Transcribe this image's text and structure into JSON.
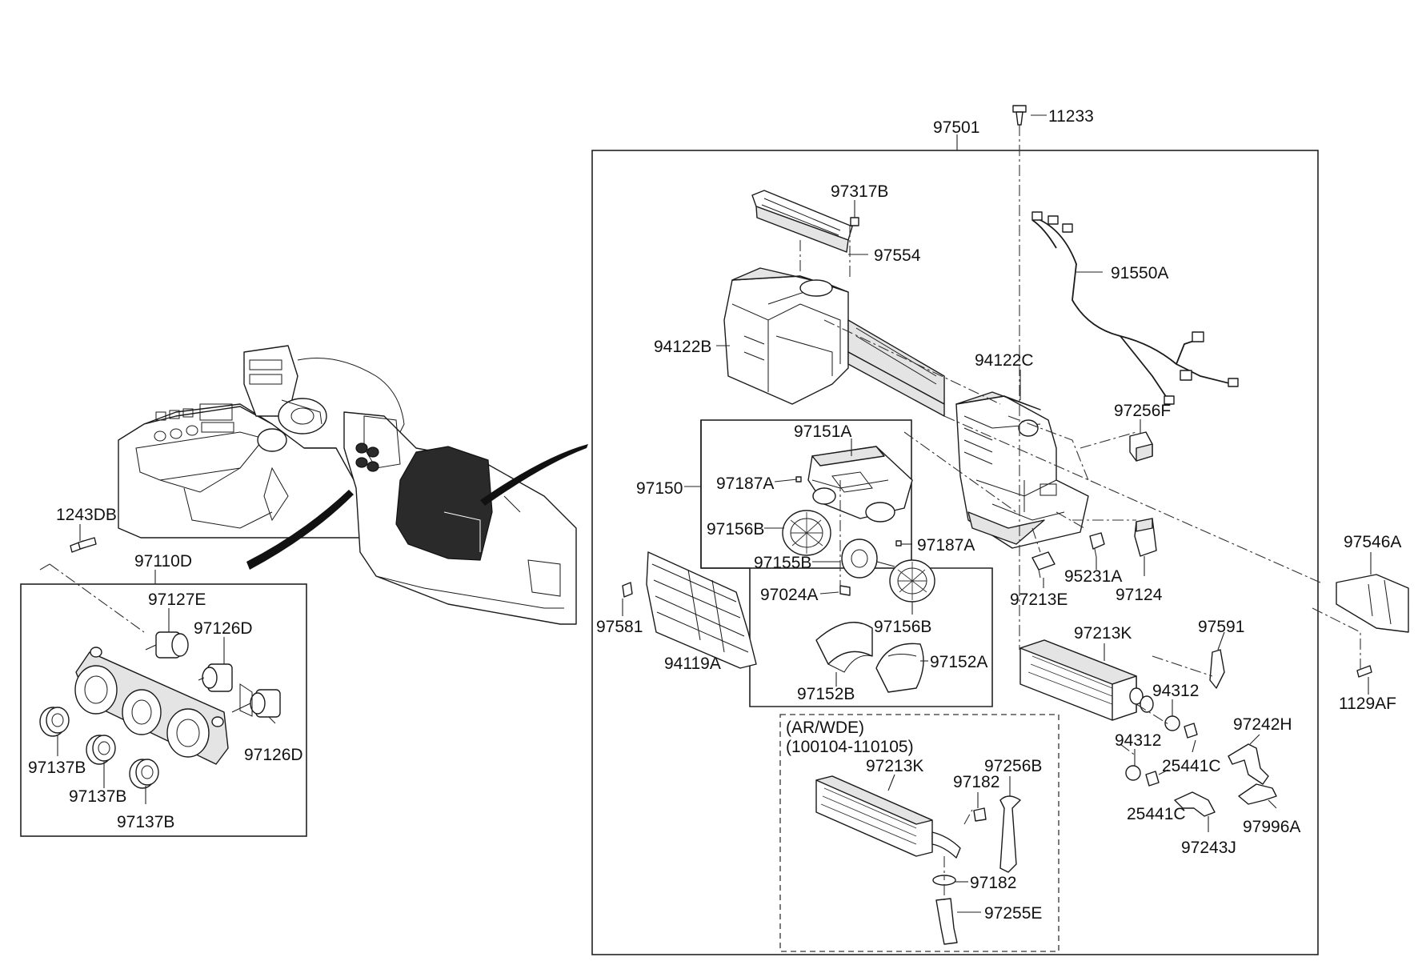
{
  "diagram": {
    "callouts": [
      {
        "id": "11233",
        "label": "11233"
      },
      {
        "id": "97501",
        "label": "97501"
      },
      {
        "id": "97317B",
        "label": "97317B"
      },
      {
        "id": "97554",
        "label": "97554"
      },
      {
        "id": "91550A",
        "label": "91550A"
      },
      {
        "id": "94122B",
        "label": "94122B"
      },
      {
        "id": "94122C",
        "label": "94122C"
      },
      {
        "id": "97256F",
        "label": "97256F"
      },
      {
        "id": "97151A",
        "label": "97151A"
      },
      {
        "id": "97150",
        "label": "97150"
      },
      {
        "id": "97187A_1",
        "label": "97187A"
      },
      {
        "id": "97156B_1",
        "label": "97156B"
      },
      {
        "id": "97187A_2",
        "label": "97187A"
      },
      {
        "id": "97155B",
        "label": "97155B"
      },
      {
        "id": "97024A",
        "label": "97024A"
      },
      {
        "id": "97156B_2",
        "label": "97156B"
      },
      {
        "id": "97152A",
        "label": "97152A"
      },
      {
        "id": "97152B",
        "label": "97152B"
      },
      {
        "id": "97581",
        "label": "97581"
      },
      {
        "id": "94119A",
        "label": "94119A"
      },
      {
        "id": "95231A",
        "label": "95231A"
      },
      {
        "id": "97213E",
        "label": "97213E"
      },
      {
        "id": "97124",
        "label": "97124"
      },
      {
        "id": "97546A",
        "label": "97546A"
      },
      {
        "id": "1129AF",
        "label": "1129AF"
      },
      {
        "id": "97213K_1",
        "label": "97213K"
      },
      {
        "id": "97591",
        "label": "97591"
      },
      {
        "id": "94312_1",
        "label": "94312"
      },
      {
        "id": "97242H",
        "label": "97242H"
      },
      {
        "id": "94312_2",
        "label": "94312"
      },
      {
        "id": "25441C_1",
        "label": "25441C"
      },
      {
        "id": "25441C_2",
        "label": "25441C"
      },
      {
        "id": "97996A",
        "label": "97996A"
      },
      {
        "id": "97243J",
        "label": "97243J"
      },
      {
        "id": "97213K_2",
        "label": "97213K"
      },
      {
        "id": "97182_1",
        "label": "97182"
      },
      {
        "id": "97256B",
        "label": "97256B"
      },
      {
        "id": "97182_2",
        "label": "97182"
      },
      {
        "id": "97255E",
        "label": "97255E"
      },
      {
        "id": "1243DB",
        "label": "1243DB"
      },
      {
        "id": "97110D",
        "label": "97110D"
      },
      {
        "id": "97127E",
        "label": "97127E"
      },
      {
        "id": "97126D_1",
        "label": "97126D"
      },
      {
        "id": "97126D_2",
        "label": "97126D"
      },
      {
        "id": "97137B_1",
        "label": "97137B"
      },
      {
        "id": "97137B_2",
        "label": "97137B"
      },
      {
        "id": "97137B_3",
        "label": "97137B"
      }
    ],
    "variant_note": {
      "line1": "(AR/WDE)",
      "line2": "(100104-110105)"
    }
  }
}
